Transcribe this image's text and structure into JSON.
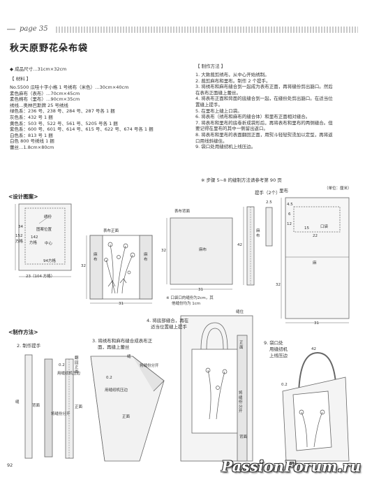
{
  "header": {
    "page_label": "page 35",
    "title": "秋天原野花朵布袋"
  },
  "left": {
    "size_line": "◆ 成品尺寸…31cm×32cm",
    "materials_header": "【 材料 】",
    "materials": [
      "No.5500 瓜哇十字小格 1 号绣布（米色）…30cm×40cm",
      "素色麻布（表布）…70cm×45cm",
      "素色棉布（里布）…90cm×35cm",
      "绣线…奥林巴斯牌 25 号绣线",
      "绿色系：236 号、238 号、284 号、287 号各 1 捆",
      "灰色系：432 号 1 捆",
      "黄色系：503 号、522 号、561 号、5205 号各 1 捆",
      "紫色系：600 号、601 号、614 号、615 号、622 号、674 号各 1 捆",
      "白色系：813 号 1 捆",
      "白色 800 号绣线 1 捆",
      "蕾丝…1.8cm×80cm"
    ]
  },
  "right": {
    "method_header": "【 制作方法 】",
    "steps": [
      "1. 大致裁剪绣布，从中心开始绣制。",
      "2. 裁剪麻布和里布。制作 2 个提手。",
      "3. 将绣布和麻布缝合到一起成为表布正面，再将缝份剪出豁口。然后",
      "   在表布正面缝上蕾丝。",
      "4. 将表布正面和背面的底缝合到一起，在缝份处剪出豁口。在适当位",
      "   置缝上提手。",
      "5. 在里布上缝上口袋。",
      "6. 将表布（绣布和麻布的缝合体）和里布正面相对缝合。",
      "7. 将表布和里布的底卷折成袋形后，再将表布和里布的两侧缝合。但",
      "   要记得在里布的其中一侧留出返口。",
      "8. 将表布和里布的表面翻回正面，用熨斗轻轻熨烫加以定型，再将返",
      "   口用线斜缝住。",
      "9. 袋口处用缝纫机上线压边。"
    ],
    "note": "※ 步骤 5~8 的缝制方法请参考第 90 页"
  },
  "diagrams": {
    "design_header": "<设计图案>",
    "design_labels": {
      "stitch": "绣份",
      "center": "中心",
      "position": "图案位置",
      "dim_34": "34",
      "dim_152": "152",
      "grid1": "方格",
      "dim_142": "142",
      "grid2": "方格",
      "dim_94": "94方格",
      "bottom": "23（104 方格）"
    },
    "front_label": "表布正面",
    "front_side1": "麻布",
    "front_side2": "麻布",
    "front_32": "32",
    "front_31": "31",
    "back_label": "表布背面",
    "back_cloth": "麻布",
    "back_32": "32",
    "back_31": "31",
    "back_note1": "※ 口袋口的缝份为2cm，其",
    "back_note2": "他缝份均为 1cm",
    "handle_label": "提手（2个）",
    "handle_cloth": "麻布",
    "handle_42": "42",
    "handle_25": "2.5",
    "lining_label": "里布",
    "unit": "（单位：厘米）",
    "lining_45": "4.5",
    "lining_6": "6",
    "lining_12": "12",
    "lining_15": "15",
    "lining_pocket": "口袋",
    "lining_22": "22",
    "lining_cloth": "麻",
    "lining_32": "32",
    "lining_31": "31",
    "step4_1": "4. 将底部缝合，再在",
    "step4_2": "适当位置缝上提手",
    "step4_seam": "缝住",
    "step4_front": "正面",
    "method2_header": "<制作方法>",
    "step2": "2. 制作提手",
    "step2_seam": "缝",
    "step2_back": "背面",
    "step2_m02": "0.2",
    "step2_machine": "用缝纫机压边",
    "step2_fold": "翻回正面",
    "step2_open": "将缝份分开",
    "step2_front": "正面",
    "step3_1": "3. 将绣布和麻布缝合成表布正",
    "step3_2": "面，再缝上蕾丝",
    "step3_seam": "缝",
    "step3_open": "将缝份分开",
    "step3_02": "0.2",
    "step3_machine": "用缝纫机压边",
    "step3_front": "正面",
    "step4_open": "将缝份分开",
    "step4_back": "背面",
    "step9_1": "9. 袋口处",
    "step9_2": "用缝纫机",
    "step9_3": "上线压边",
    "step9_42": "42",
    "step9_02": "0.2",
    "page_number": "92"
  },
  "watermark": "PassionForum.ru"
}
